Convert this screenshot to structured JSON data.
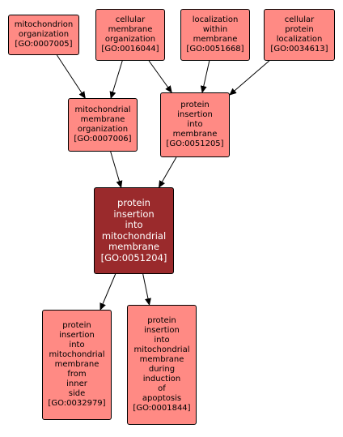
{
  "colors": {
    "node_fill": "#ff8a84",
    "focus_fill": "#9a2a2c",
    "focus_text": "#ffffff",
    "border": "#000000",
    "edge": "#000000"
  },
  "nodes": {
    "go_0007005": {
      "lines": [
        "mitochondrion",
        "organization",
        "[GO:0007005]"
      ]
    },
    "go_0016044": {
      "lines": [
        "cellular",
        "membrane",
        "organization",
        "[GO:0016044]"
      ]
    },
    "go_0051668": {
      "lines": [
        "localization",
        "within",
        "membrane",
        "[GO:0051668]"
      ]
    },
    "go_0034613": {
      "lines": [
        "cellular",
        "protein",
        "localization",
        "[GO:0034613]"
      ]
    },
    "go_0007006": {
      "lines": [
        "mitochondrial",
        "membrane",
        "organization",
        "[GO:0007006]"
      ]
    },
    "go_0051205": {
      "lines": [
        "protein",
        "insertion",
        "into",
        "membrane",
        "[GO:0051205]"
      ]
    },
    "go_0051204": {
      "lines": [
        "protein",
        "insertion",
        "into",
        "mitochondrial",
        "membrane",
        "[GO:0051204]"
      ]
    },
    "go_0032979": {
      "lines": [
        "protein",
        "insertion",
        "into",
        "mitochondrial",
        "membrane",
        "from",
        "inner",
        "side",
        "[GO:0032979]"
      ]
    },
    "go_0001844": {
      "lines": [
        "protein",
        "insertion",
        "into",
        "mitochondrial",
        "membrane",
        "during",
        "induction",
        "of",
        "apoptosis",
        "[GO:0001844]"
      ]
    }
  },
  "edges": [
    {
      "from": "go_0007005",
      "to": "go_0007006"
    },
    {
      "from": "go_0016044",
      "to": "go_0007006"
    },
    {
      "from": "go_0016044",
      "to": "go_0051205"
    },
    {
      "from": "go_0051668",
      "to": "go_0051205"
    },
    {
      "from": "go_0034613",
      "to": "go_0051205"
    },
    {
      "from": "go_0007006",
      "to": "go_0051204"
    },
    {
      "from": "go_0051205",
      "to": "go_0051204"
    },
    {
      "from": "go_0051204",
      "to": "go_0032979"
    },
    {
      "from": "go_0051204",
      "to": "go_0001844"
    }
  ]
}
